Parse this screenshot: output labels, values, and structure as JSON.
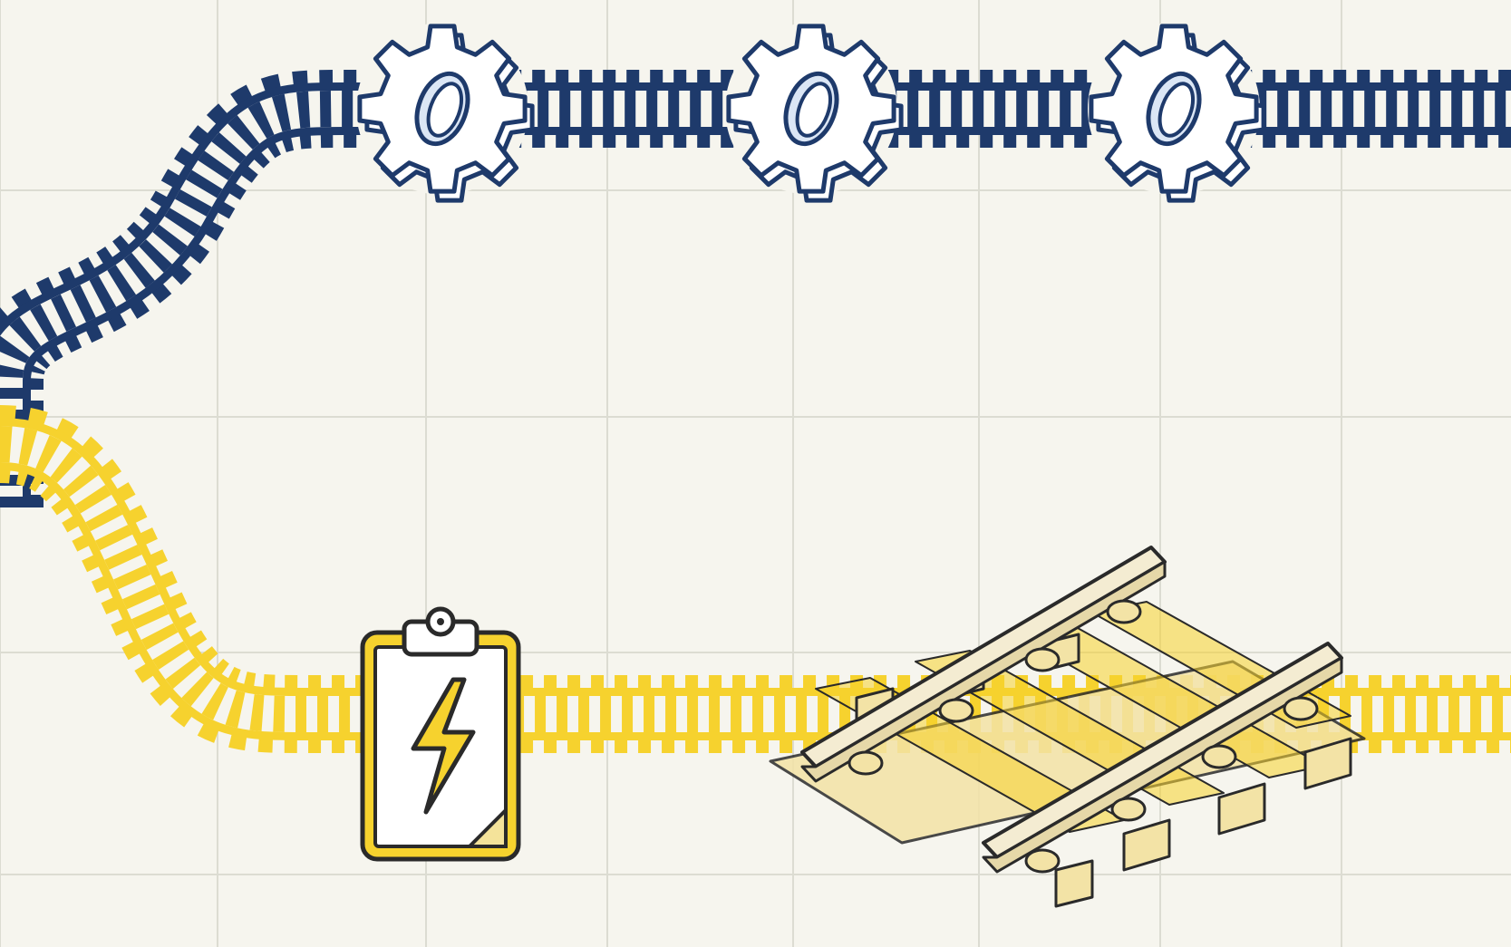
{
  "colors": {
    "background": "#f6f5ee",
    "grid": "#dcdcd2",
    "navy": "#1e3a6b",
    "navy_light": "#dbe6f5",
    "yellow": "#f6d22e",
    "yellow_pale": "#f4e39a",
    "outline": "#2a2a2a",
    "wood": "#f3e3a6",
    "steel": "#f4ecd2"
  },
  "diagram": {
    "tracks": [
      {
        "name": "blue-track",
        "color_key": "navy",
        "stations": [
          "gear-icon",
          "gear-icon",
          "gear-icon"
        ]
      },
      {
        "name": "yellow-track",
        "color_key": "yellow",
        "stations": [
          "clipboard-lightning-icon",
          "rail-section-icon"
        ]
      }
    ]
  }
}
